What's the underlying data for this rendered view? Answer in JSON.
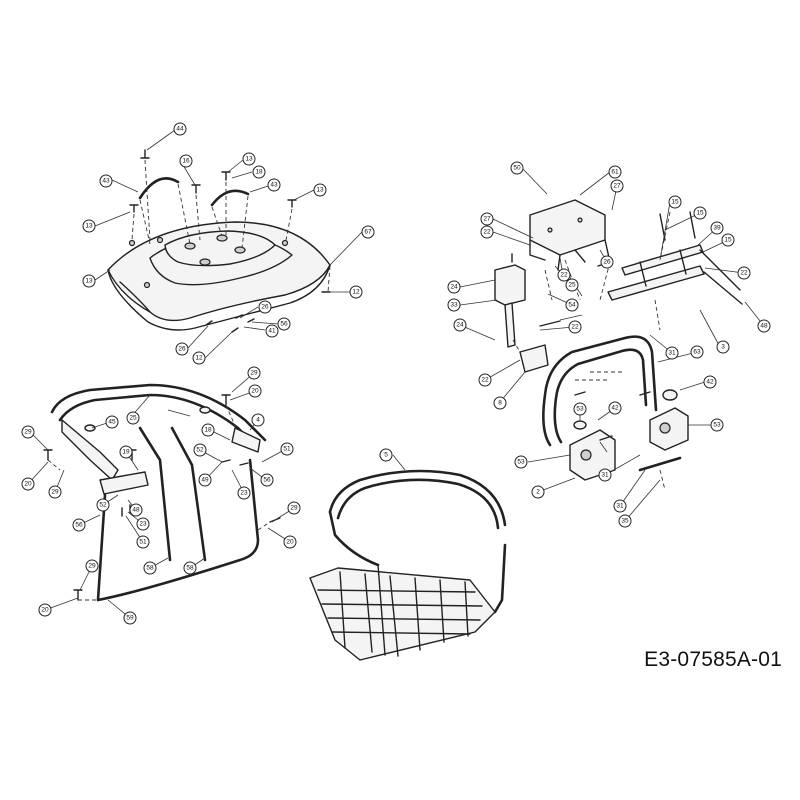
{
  "drawing_id": "E3-07585A-01",
  "callouts": [
    "44",
    "16",
    "13",
    "18",
    "43",
    "13",
    "43",
    "13",
    "67",
    "13",
    "12",
    "26",
    "56",
    "41",
    "26",
    "12",
    "50",
    "61",
    "27",
    "27",
    "22",
    "24",
    "33",
    "22",
    "26",
    "15",
    "25",
    "39",
    "15",
    "22",
    "15",
    "54",
    "22",
    "24",
    "22",
    "8",
    "31",
    "63",
    "42",
    "53",
    "42",
    "53",
    "53",
    "2",
    "31",
    "31",
    "35",
    "48",
    "3",
    "29",
    "20",
    "45",
    "25",
    "4",
    "29",
    "18",
    "52",
    "20",
    "29",
    "19",
    "51",
    "49",
    "23",
    "56",
    "52",
    "48",
    "23",
    "51",
    "56",
    "29",
    "20",
    "58",
    "58",
    "29",
    "20",
    "59",
    "5"
  ]
}
